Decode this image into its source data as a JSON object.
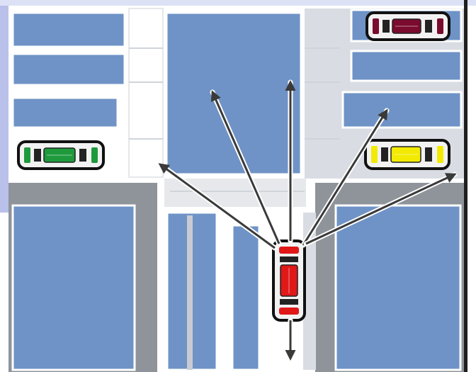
{
  "diagram": {
    "colors": {
      "block": "#6f93c6",
      "block_stroke": "#ffffff",
      "road": "#ffffff",
      "sidewalk": "#d9dde3",
      "shadow": "#8e949a",
      "lane_line": "#c8ccd2",
      "arrow": "#3a3a3a",
      "arrow_halo": "#ffffff",
      "slide_edge": "#b9c0ea",
      "frame": "#1f1f1f"
    },
    "cars": [
      {
        "id": "maroon-car",
        "color": "#7a0a2e",
        "orientation": "horizontal",
        "role": "parked"
      },
      {
        "id": "green-car",
        "color": "#1e9a3c",
        "orientation": "horizontal",
        "role": "parked"
      },
      {
        "id": "yellow-car",
        "color": "#f2ea00",
        "orientation": "horizontal",
        "role": "parked"
      },
      {
        "id": "red-car",
        "color": "#e01818",
        "orientation": "vertical",
        "role": "moving"
      }
    ],
    "arrows": [
      {
        "id": "arrow-left",
        "direction": "west"
      },
      {
        "id": "arrow-up-left",
        "direction": "north-west"
      },
      {
        "id": "arrow-up",
        "direction": "north"
      },
      {
        "id": "arrow-up-right",
        "direction": "north-east"
      },
      {
        "id": "arrow-right",
        "direction": "east"
      },
      {
        "id": "arrow-down",
        "direction": "south"
      }
    ]
  }
}
